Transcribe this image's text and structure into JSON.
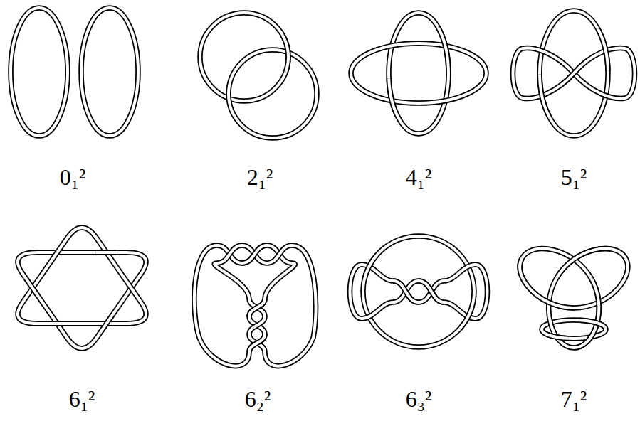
{
  "diagram": {
    "labels": [
      "0₁²",
      "2₁²",
      "4₁²",
      "5₁²",
      "6₁²",
      "6₂²",
      "6₃²",
      "7₁²"
    ]
  }
}
